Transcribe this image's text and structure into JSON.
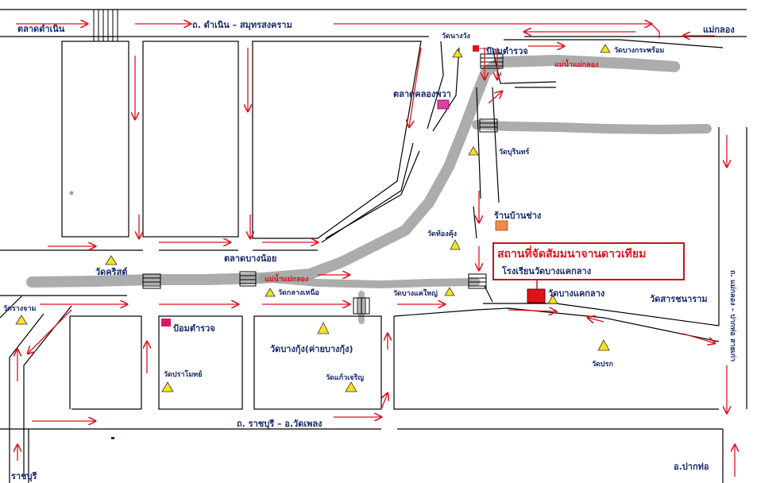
{
  "roads": {
    "top": "ถ. ดำเนิน – สมุทรสงคราม",
    "bottom": "ถ. ราชบุรี – อ.วัดเพลง",
    "right_vertical": "ถ. แม่กลอง – ปากท่อ สายเก่า"
  },
  "places": {
    "market_damnoen": "ตลาดดำเนิน",
    "mae_klong": "แม่กลอง",
    "wat_nang_wang": "วัดนางวัง",
    "police_top": "ป้อมตำรวจ",
    "wat_bang_kra_phrom": "วัดบางกระพร้อม",
    "river_top": "แม่น้ำแม่กลอง",
    "talat_khlong_phawa": "ตลาดคลองพวา",
    "wat_burin": "วัดบุรินทร์",
    "shop": "ร้านบ้านช่าง",
    "wat_thong_kung": "วัดท้องคุ้ง",
    "wat_khrit": "วัดคริสต์",
    "talat_bang_noi": "ตลาดบางน้อย",
    "river_left": "แม่น้ำแม่กลอง",
    "wat_klang_nuea": "วัดกลางเหนือ",
    "wat_bang_khae_yai": "วัดบางแคใหญ่",
    "wat_bang_khae_klang": "วัดบางแคกลาง",
    "wat_sara_chanaram": "วัดสารชนาราม",
    "wat_rang_cham": "วัดรางจาม",
    "police_bottom": "ป้อมตำรวจ",
    "wat_bang_kung": "วัดบางกุ้ง(ค่ายบางกุ้ง)",
    "wat_pa_moke": "วัดปราโมทย์",
    "wat_kaew_charoen": "วัดแก้วเจริญ",
    "wat_prok": "วัดปรก",
    "ratchaburi": "ราชบุรี",
    "pak_tho": "อ.ปากท่อ"
  },
  "venue": {
    "title": "สถานที่จัดสัมมนาจานดาวเทียม",
    "subtitle": "โรงเรียนวัดบางแคกลาง"
  },
  "colors": {
    "road": "#000000",
    "arrow": "#e0121b",
    "river": "#9a9a9a",
    "temple": "#f6e21c",
    "police": "#e0121b",
    "market": "#e0207a",
    "shop": "#f08a4b",
    "label": "#1a2a6c"
  }
}
